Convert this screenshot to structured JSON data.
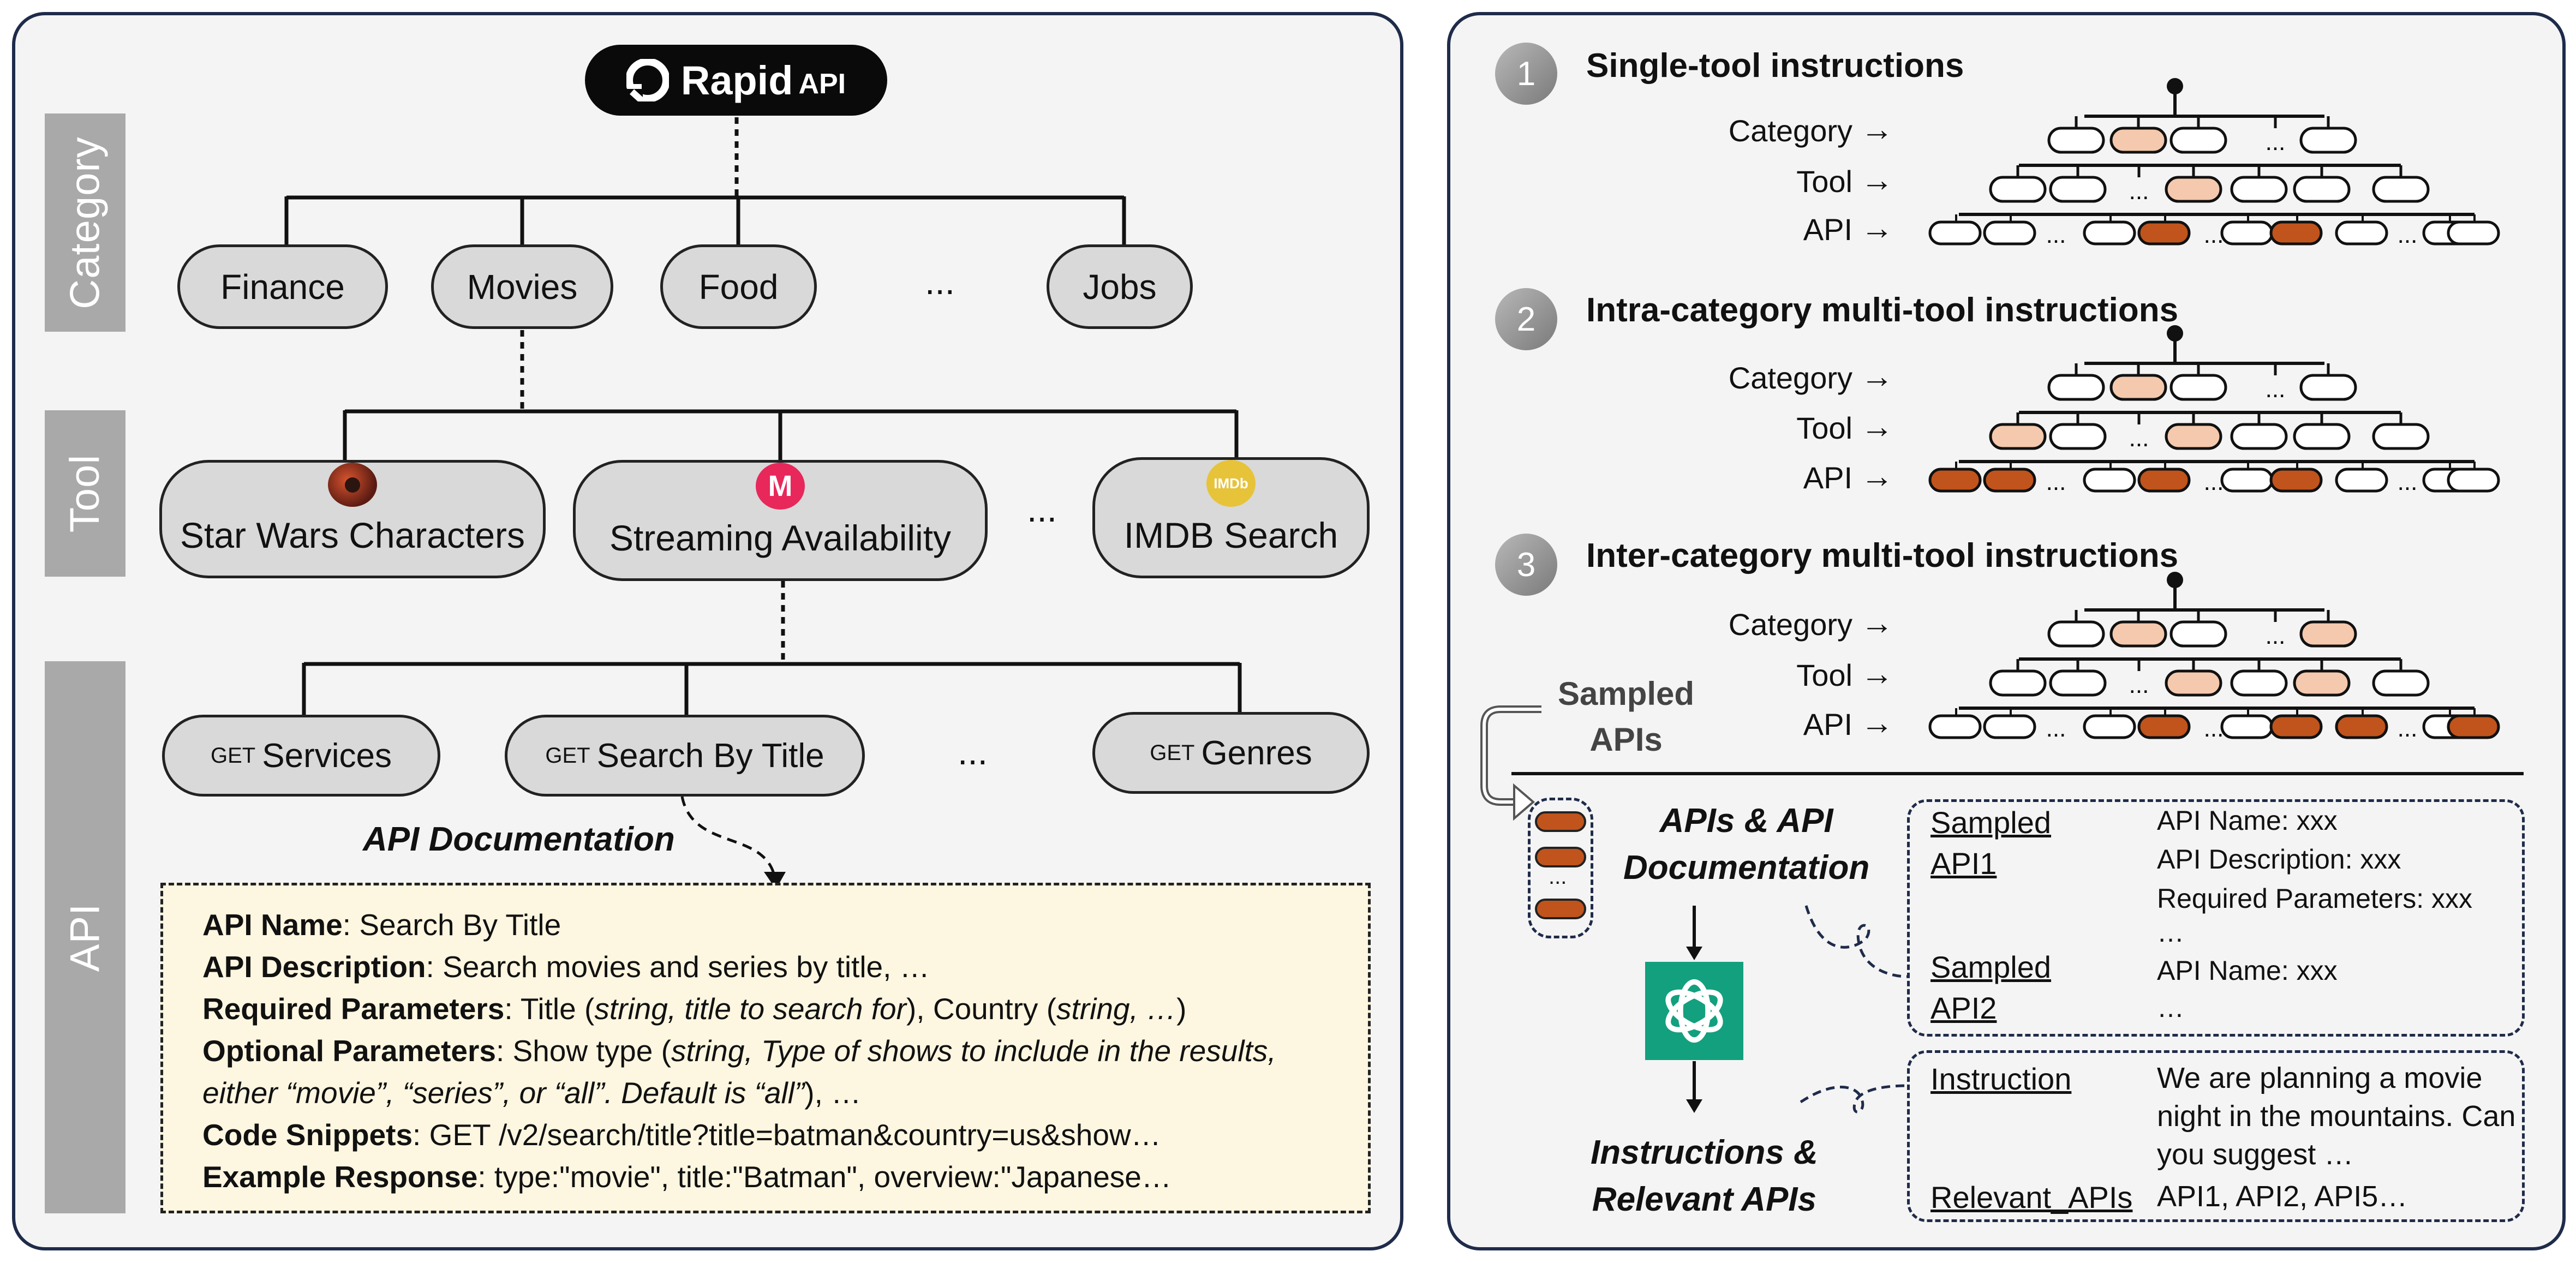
{
  "colors": {
    "panel_border": "#1f2b4a",
    "sidebar_gray": "#a9a9a9",
    "pill_fill": "#d9d9d9",
    "doc_fill": "#fdf6e0",
    "selected_api": "#c0541c",
    "selected_tool": "#f5c9ad",
    "chatgpt_green": "#13a07e"
  },
  "left_panel": {
    "logo": {
      "rapid": "Rapid",
      "api": "API",
      "icon": "rapidapi-logo-icon"
    },
    "sidebar": {
      "category": "Category",
      "tool": "Tool",
      "api": "API"
    },
    "categories": [
      "Finance",
      "Movies",
      "Food",
      "Jobs"
    ],
    "category_ellipsis": "...",
    "tools": [
      {
        "name": "Star Wars Characters",
        "icon": "star-wars-icon"
      },
      {
        "name": "Streaming Availability",
        "icon": "streaming-m-icon",
        "icon_text": "M"
      },
      {
        "name": "IMDB Search",
        "icon": "imdb-icon",
        "icon_text": "IMDb"
      }
    ],
    "tool_ellipsis": "...",
    "apis": [
      {
        "method": "GET",
        "name": "Services"
      },
      {
        "method": "GET",
        "name": "Search By Title"
      },
      {
        "method": "GET",
        "name": "Genres"
      }
    ],
    "api_ellipsis": "...",
    "doc_label": "API Documentation",
    "doc": {
      "name_key": "API Name",
      "name_val": ": Search By Title",
      "desc_key": "API Description",
      "desc_val": ": Search movies and series by title, …",
      "req_key": "Required Parameters",
      "req_a": ": Title (",
      "req_b": "string, title to search for",
      "req_c": "), Country (",
      "req_d": "string, …",
      "req_e": ")",
      "opt_key": "Optional Parameters",
      "opt_a": ": Show type (",
      "opt_b": "string, Type of shows to include in the results,",
      "opt_c": "either “movie”, “series”, or “all”. Default is “all”",
      "opt_d": "), …",
      "code_key": "Code Snippets",
      "code_val": ": GET /v2/search/title?title=batman&country=us&show…",
      "resp_key": "Example Response",
      "resp_val": ": type:\"movie\", title:\"Batman\", overview:\"Japanese…"
    }
  },
  "right_panel": {
    "steps": [
      {
        "num": "1",
        "title": "Single-tool instructions"
      },
      {
        "num": "2",
        "title": "Intra-category multi-tool instructions"
      },
      {
        "num": "3",
        "title": "Inter-category multi-tool instructions"
      }
    ],
    "level_labels": {
      "category": "Category",
      "tool": "Tool",
      "api": "API"
    },
    "tree_ellipsis": "...",
    "sampled_apis_label": "Sampled\nAPIs",
    "sampled_apis_line1": "Sampled",
    "sampled_apis_line2": "APIs",
    "stack_ellipsis": "...",
    "apis_doc_label_1": "APIs & API",
    "apis_doc_label_2": "Documentation",
    "instr_label_1": "Instructions &",
    "instr_label_2": "Relevant APIs",
    "box1": {
      "sampled1_a": "Sampled",
      "sampled1_b": "API1",
      "api_name": "API Name: xxx",
      "api_desc": "API Description: xxx",
      "req_params": "Required Parameters: xxx",
      "ellipsis1": "…",
      "sampled2_a": "Sampled",
      "sampled2_b": "API2",
      "api_name2": "API Name: xxx",
      "ellipsis2": "…"
    },
    "box2": {
      "instruction_label": "Instruction",
      "instruction_l1": "We are planning a movie",
      "instruction_l2": "night in the mountains. Can",
      "instruction_l3": "you suggest …",
      "relevant_label": "Relevant_APIs",
      "relevant_val": "API1, API2, API5…"
    }
  }
}
